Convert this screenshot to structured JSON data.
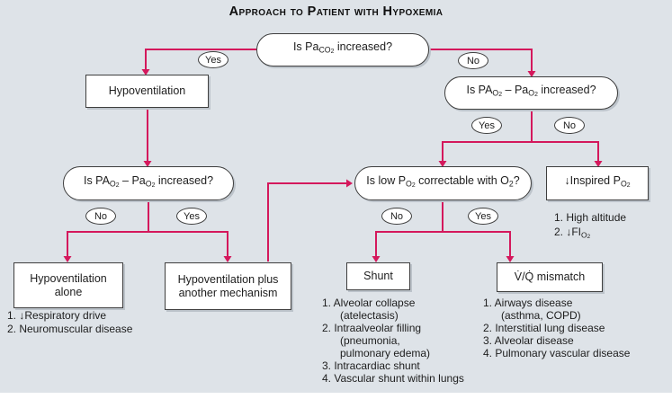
{
  "title": "Approach to Patient with Hypoxemia",
  "labels": {
    "yes": "Yes",
    "no": "No"
  },
  "colors": {
    "background": "#dee3e8",
    "connector": "#d4185c",
    "node_border": "#3e3e3e",
    "node_fill": "#ffffff",
    "text": "#1d1d1d",
    "shadow": "#bcc3ca"
  },
  "nodes": {
    "q_paco2": {
      "segments": [
        {
          "t": "Is Pa"
        },
        {
          "s": "CO"
        },
        {
          "s2": "2"
        },
        {
          "t": " increased?"
        }
      ]
    },
    "hypoventilation": {
      "label": "Hypoventilation"
    },
    "q_gradient_right": {
      "segments": [
        {
          "t": "Is PA"
        },
        {
          "s": "O"
        },
        {
          "s2": "2"
        },
        {
          "t": " – Pa"
        },
        {
          "s": "O"
        },
        {
          "s2": "2"
        },
        {
          "t": " increased?"
        }
      ]
    },
    "q_gradient_left": {
      "segments": [
        {
          "t": "Is PA"
        },
        {
          "s": "O"
        },
        {
          "s2": "2"
        },
        {
          "t": " – Pa"
        },
        {
          "s": "O"
        },
        {
          "s2": "2"
        },
        {
          "t": " increased?"
        }
      ]
    },
    "q_correctable": {
      "segments": [
        {
          "t": "Is low P"
        },
        {
          "s": "O"
        },
        {
          "s2": "2"
        },
        {
          "t": " correctable with O"
        },
        {
          "s": "2"
        },
        {
          "t": "?"
        }
      ]
    },
    "inspired_po2": {
      "segments": [
        {
          "t": "↓Inspired P"
        },
        {
          "s": "O"
        },
        {
          "s2": "2"
        }
      ]
    },
    "hypoventilation_alone": {
      "lines": [
        "Hypoventilation",
        "alone"
      ]
    },
    "hypoventilation_plus": {
      "lines": [
        "Hypoventilation plus",
        "another mechanism"
      ]
    },
    "shunt": {
      "label": "Shunt"
    },
    "vq_mismatch": {
      "label": "V̇/Q̇ mismatch"
    }
  },
  "lists": {
    "hypoventilation_alone": [
      "1. ↓Respiratory drive",
      "2. Neuromuscular disease"
    ],
    "shunt": [
      "1. Alveolar collapse",
      "(atelectasis)",
      "2. Intraalveolar filling",
      "(pneumonia,",
      "pulmonary edema)",
      "3. Intracardiac shunt",
      "4. Vascular shunt within lungs"
    ],
    "vq_mismatch": [
      "1. Airways disease",
      "(asthma, COPD)",
      "2. Interstitial lung disease",
      "3. Alveolar disease",
      "4. Pulmonary vascular disease"
    ],
    "inspired": {
      "line1": "1. High altitude",
      "line2_segments": [
        {
          "t": "2. ↓FI"
        },
        {
          "s": "O"
        },
        {
          "s2": "2"
        }
      ]
    }
  }
}
